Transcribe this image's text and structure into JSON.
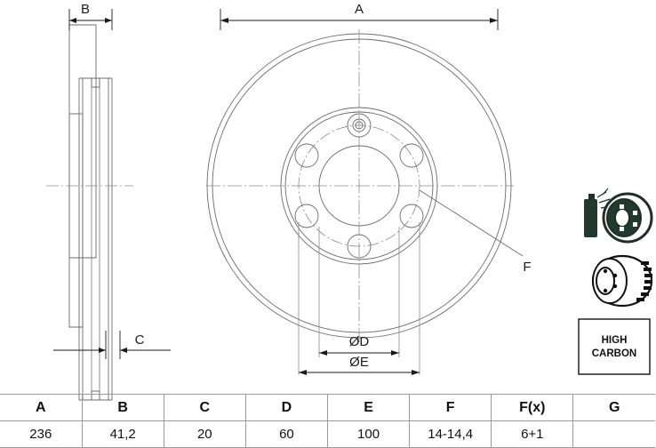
{
  "drawing": {
    "title": "brake-disc-technical-drawing",
    "line_color": "#6b6b6b",
    "dim_color": "#1a1a1a",
    "center_line_color": "#8a8a8a",
    "dimension_labels": {
      "overall_diameter": "A",
      "overall_thickness": "B",
      "hub_height": "C",
      "inner_bore_diameter": "ØD",
      "bolt_circle_diameter": "ØE",
      "bolt_hole_callout": "F"
    }
  },
  "badges": {
    "coating_icon": "spray-can-disc-icon",
    "vented_icon": "vented-disc-icon",
    "high_carbon": {
      "line1": "HIGH",
      "line2": "CARBON"
    }
  },
  "spec_table": {
    "headers": [
      "A",
      "B",
      "C",
      "D",
      "E",
      "F",
      "F(x)",
      "G"
    ],
    "values": [
      "236",
      "41,2",
      "20",
      "60",
      "100",
      "14-14,4",
      "6+1",
      ""
    ]
  },
  "chart_data": {
    "type": "table",
    "title": "Brake disc dimensional specification",
    "categories": [
      "A",
      "B",
      "C",
      "D",
      "E",
      "F",
      "F(x)",
      "G"
    ],
    "values": [
      "236",
      "41,2",
      "20",
      "60",
      "100",
      "14-14,4",
      "6+1",
      ""
    ],
    "units": "mm"
  }
}
